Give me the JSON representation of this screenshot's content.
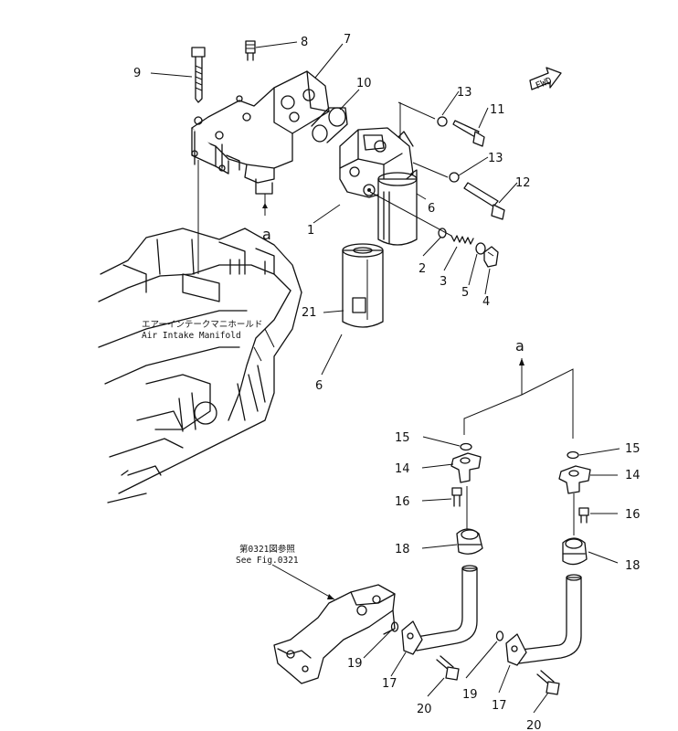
{
  "callouts": {
    "c1": "1",
    "c2": "2",
    "c3": "3",
    "c4": "4",
    "c5": "5",
    "c6a": "6",
    "c6b": "6",
    "c7": "7",
    "c8": "8",
    "c9": "9",
    "c10": "10",
    "c11": "11",
    "c12": "12",
    "c13a": "13",
    "c13b": "13",
    "c14a": "14",
    "c14b": "14",
    "c15a": "15",
    "c15b": "15",
    "c16a": "16",
    "c16b": "16",
    "c17a": "17",
    "c17b": "17",
    "c18a": "18",
    "c18b": "18",
    "c19a": "19",
    "c19b": "19",
    "c20a": "20",
    "c20b": "20",
    "c21": "21"
  },
  "views": {
    "a_top": "a",
    "a_bottom": "a"
  },
  "labels": {
    "fwd": "FWD",
    "manifold_jp": "エアーインテークマニホールド",
    "manifold_en": "Air Intake Manifold",
    "seefig_jp": "第0321図参照",
    "seefig_en": "See Fig.0321"
  },
  "colors": {
    "ink": "#111111",
    "paper": "#ffffff"
  }
}
